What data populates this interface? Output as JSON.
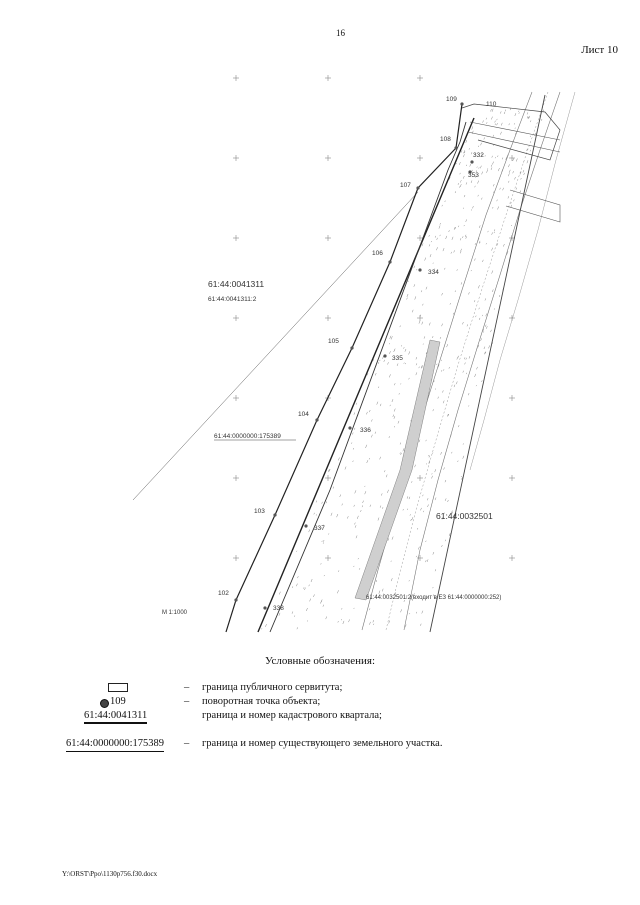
{
  "header": {
    "page_number": "16",
    "sheet_label": "Лист 10"
  },
  "map": {
    "point_labels": [
      "109",
      "110",
      "108",
      "332",
      "353",
      "107",
      "106",
      "334",
      "105",
      "335",
      "104",
      "336",
      "103",
      "337",
      "102",
      "338"
    ],
    "quarter_labels": [
      "61:44:0041311",
      "61:44:0032501"
    ],
    "parcel_labels": [
      "61:44:0041311:2",
      "61:44:0000000:175389",
      "61:44:0032501:2(входит в ЕЗ 61:44:0000000:252)"
    ],
    "scale": "М 1:1000"
  },
  "legend": {
    "title": "Условные обозначения:",
    "rows": [
      {
        "symbol_text": "",
        "dash": "–",
        "desc": "граница публичного сервитута;"
      },
      {
        "symbol_text": "109",
        "dash": "–",
        "desc": "поворотная точка объекта;"
      },
      {
        "symbol_text": "61:44:0041311",
        "dash": "",
        "desc": "граница и номер кадастрового квартала;"
      },
      {
        "symbol_text": "61:44:0000000:175389",
        "dash": "–",
        "desc": "граница и номер существующего земельного участка."
      }
    ]
  },
  "footer": {
    "path": "Y:\\ORST\\Ppo\\1130p756.f30.docx"
  }
}
